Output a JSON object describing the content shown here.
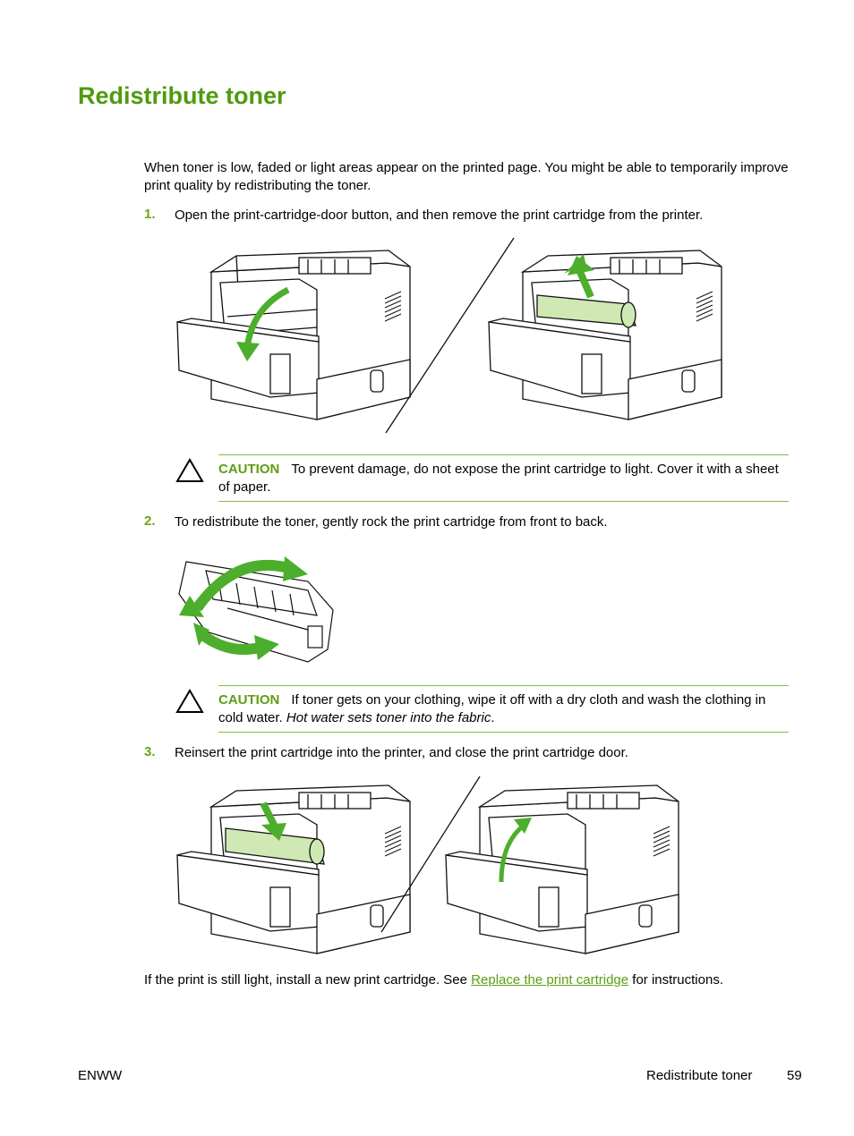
{
  "title": "Redistribute toner",
  "intro": "When toner is low, faded or light areas appear on the printed page. You might be able to temporarily improve print quality by redistributing the toner.",
  "steps": [
    {
      "num": "1.",
      "text": "Open the print-cartridge-door button, and then remove the print cartridge from the printer."
    },
    {
      "num": "2.",
      "text": "To redistribute the toner, gently rock the print cartridge from front to back."
    },
    {
      "num": "3.",
      "text": "Reinsert the print cartridge into the printer, and close the print cartridge door."
    }
  ],
  "cautions": [
    {
      "label": "CAUTION",
      "text": "To prevent damage, do not expose the print cartridge to light. Cover it with a sheet of paper.",
      "italic": ""
    },
    {
      "label": "CAUTION",
      "text": "If toner gets on your clothing, wipe it off with a dry cloth and wash the clothing in cold water.",
      "italic": "Hot water sets toner into the fabric"
    }
  ],
  "closing": {
    "before": "If the print is still light, install a new print cartridge. See ",
    "link": "Replace the print cartridge",
    "after": " for instructions."
  },
  "footer": {
    "left": "ENWW",
    "section": "Redistribute toner",
    "page": "59"
  },
  "icons": {
    "caution": "warning-triangle-icon"
  },
  "colors": {
    "heading": "#4f9a0f",
    "accent": "#6aa517",
    "toner": "#cfe8b4",
    "arrow": "#4cae2c"
  }
}
